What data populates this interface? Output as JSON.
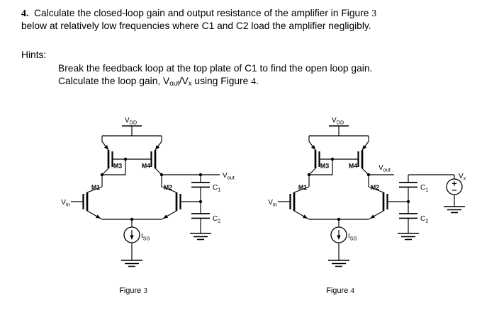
{
  "page": {
    "background": "#ffffff",
    "ink": "#000000"
  },
  "problem": {
    "line1_parts": [
      {
        "t": "4.",
        "b": true,
        "serif": true
      },
      {
        "t": "  Calculate the closed-loop gain and output resistance of the amplifier in Figure "
      },
      {
        "t": "3",
        "serif": true
      }
    ],
    "line2": "below at relatively low frequencies where C1 and C2 load the amplifier negligibly.",
    "hints_label": "Hints:",
    "hint1": "Break the feedback loop at the top plate of C1 to find the open loop gain.",
    "hint2_parts": [
      {
        "t": "Calculate the loop gain, "
      },
      {
        "t": "V"
      },
      {
        "t": "out",
        "sub": true
      },
      {
        "t": "/V"
      },
      {
        "t": "x",
        "sub": true
      },
      {
        "t": " using Figure "
      },
      {
        "t": "4",
        "serif": true
      },
      {
        "t": "."
      }
    ]
  },
  "figures": [
    {
      "id": "fig3",
      "variant": "closed-loop",
      "caption_parts": [
        {
          "t": "Figure "
        },
        {
          "t": "3",
          "serif": true
        }
      ],
      "labels": {
        "vdd": {
          "t": "V",
          "sub": "DD"
        },
        "m1": "M1",
        "m2": "M2",
        "m3": "M3",
        "m4": "M4",
        "vin": {
          "t": "V",
          "sub": "In"
        },
        "vout": {
          "t": "V",
          "sub": "out"
        },
        "c1": {
          "t": "C",
          "sub": "1"
        },
        "c2": {
          "t": "C",
          "sub": "2"
        },
        "iss": {
          "t": "I",
          "sub": "SS"
        }
      }
    },
    {
      "id": "fig4",
      "variant": "open-loop",
      "caption_parts": [
        {
          "t": "Figure "
        },
        {
          "t": "4",
          "serif": true
        }
      ],
      "labels": {
        "vdd": {
          "t": "V",
          "sub": "DD"
        },
        "m1": "M1",
        "m2": "M2",
        "m3": "M3",
        "m4": "M4",
        "vin": {
          "t": "V",
          "sub": "In"
        },
        "vout": {
          "t": "V",
          "sub": "out"
        },
        "c1": {
          "t": "C",
          "sub": "1"
        },
        "c2": {
          "t": "C",
          "sub": "2"
        },
        "iss": {
          "t": "I",
          "sub": "SS"
        },
        "vx": {
          "t": "V",
          "sub": "x"
        }
      }
    }
  ]
}
